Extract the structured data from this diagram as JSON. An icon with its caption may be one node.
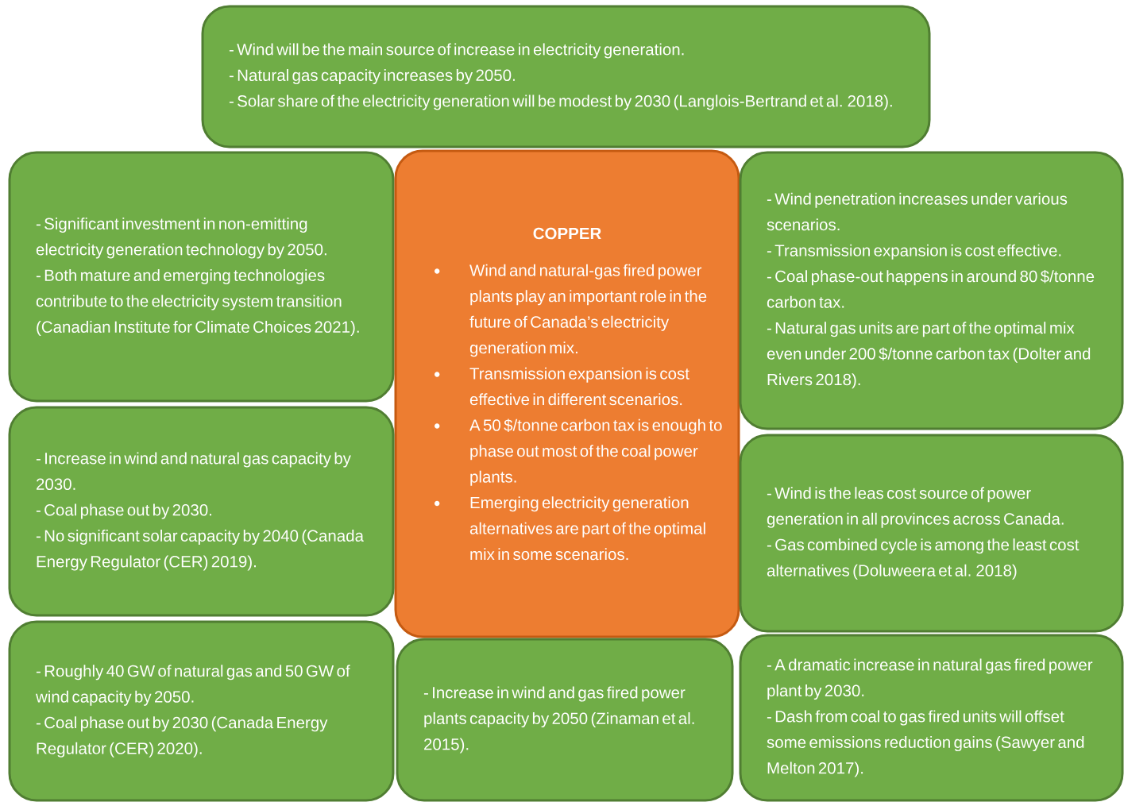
{
  "diagram": {
    "nodes": [
      {
        "text": [
          "- Wind will be the main source of increase in electricity generation.",
          "- Natural gas capacity increases by 2050.",
          "- Solar share of the electricity generation will be modest by 2030 (Langlois-Bertrand et al. 2018)."
        ]
      },
      {
        "text": [
          "- Significant investment in non-emitting electricity generation technology by 2050.",
          "- Both mature and emerging technologies contribute to the electricity system transition (Canadian Institute for Climate Choices 2021)."
        ]
      },
      {
        "text": [
          "COPPER",
          "Wind and natural-gas fired power plants play an important role in the future of Canada’s electricity generation mix.",
          "Transmission expansion is cost effective in different scenarios.",
          "A 50 $/tonne carbon tax is enough to phase out most of the coal power plants.",
          "Emerging electricity generation alternatives are part of the optimal mix in some scenarios."
        ]
      },
      {
        "text": [
          "- Wind penetration increases under various scenarios.",
          "- Transmission expansion is cost effective.",
          "- Coal phase-out happens in around 80 $/tonne carbon tax.",
          "- Natural gas units are part of the optimal mix even under 200 $/tonne carbon tax (Dolter and Rivers 2018)."
        ]
      },
      {
        "text": [
          "- Increase in wind and natural gas capacity by 2030.",
          "- Coal phase out by 2030.",
          "- No significant solar capacity by 2040 (Canada Energy Regulator (CER) 2019)."
        ]
      },
      {
        "text": [
          "- Wind is the leas cost source of power generation in all provinces across Canada.",
          "- Gas combined cycle is among the least cost alternatives (Doluweera et al. 2018)"
        ]
      },
      {
        "text": [
          "- Roughly 40 GW of natural gas and 50 GW of wind capacity by 2050.",
          "- Coal phase out by 2030 (Canada Energy Regulator (CER) 2020)."
        ]
      },
      {
        "text": [
          "- Increase in wind and gas fired power plants capacity by 2050 (Zinaman et al. 2015)."
        ]
      },
      {
        "text": [
          "- A dramatic increase in natural gas fired power plant by 2030.",
          "- Dash from coal to gas fired units will offset some emissions reduction gains (Sawyer and Melton 2017)."
        ]
      }
    ]
  }
}
